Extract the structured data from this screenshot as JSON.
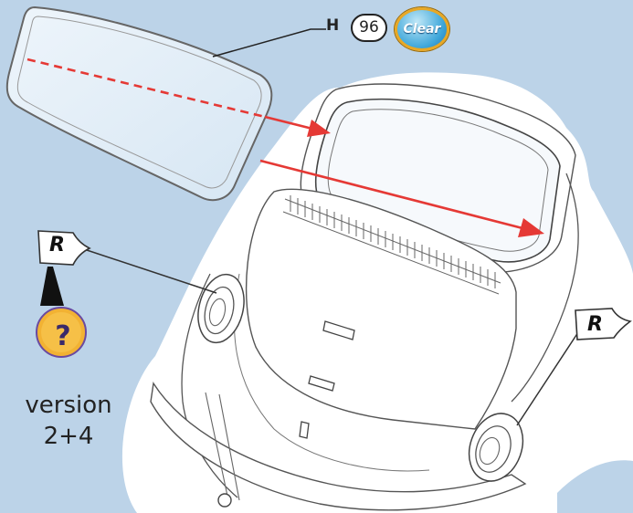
{
  "part": {
    "prefix": "H",
    "number": "96",
    "material_badge": "Clear"
  },
  "marker_left": {
    "flag_letter": "R"
  },
  "marker_right": {
    "flag_letter": "R"
  },
  "hint": {
    "symbol": "?",
    "line1": "version",
    "line2": "2+4"
  },
  "icons": {
    "clear": "clear-part-badge-icon",
    "flag": "flag-marker-icon",
    "question": "question-hint-icon",
    "arrow": "insert-direction-arrow"
  },
  "colors": {
    "background": "#bcd3e8",
    "arrow": "#e53935",
    "badge_ring": "#e8a825",
    "hint_circle": "#f2b233"
  }
}
